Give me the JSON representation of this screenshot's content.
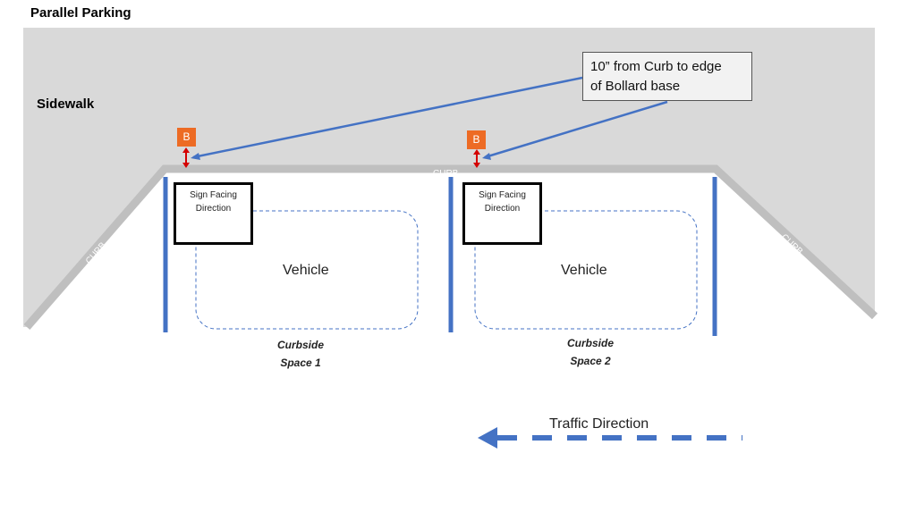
{
  "title": "Parallel Parking",
  "sidewalk_label": "Sidewalk",
  "curb_label": "CURB",
  "callout": {
    "text": "10” from Curb to edge\nof Bollard base"
  },
  "bollard_label": "B",
  "sign_text": "Sign Facing\nDirection",
  "spaces": [
    {
      "vehicle": "Vehicle",
      "label": "Curbside\nSpace 1"
    },
    {
      "vehicle": "Vehicle",
      "label": "Curbside\nSpace 2"
    }
  ],
  "traffic_label": "Traffic Direction",
  "colors": {
    "sidewalk": "#d9d9d9",
    "curb": "#bfbfbf",
    "bollard": "#ed6b24",
    "accent_blue": "#4472c4",
    "arrow_red": "#ff0000"
  }
}
